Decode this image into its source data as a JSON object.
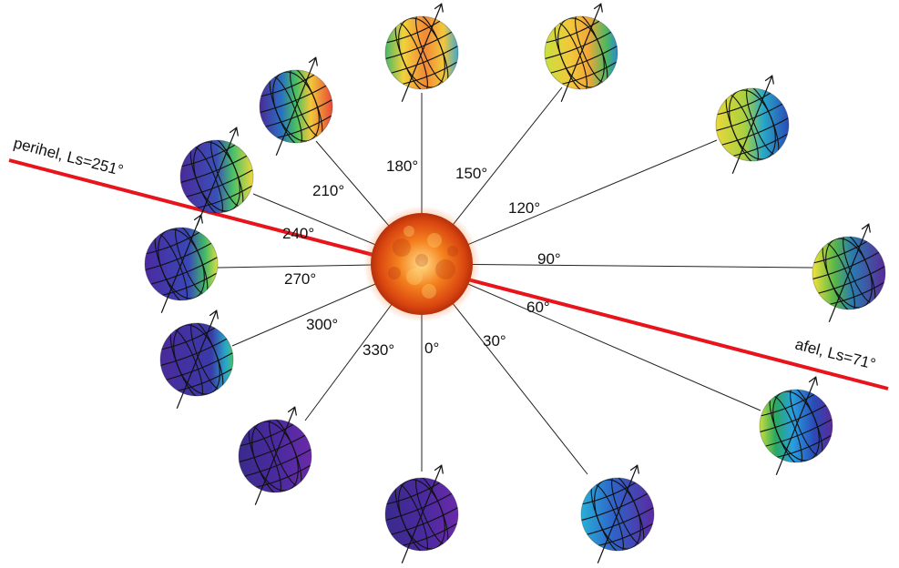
{
  "diagram": {
    "perihelion_label": "perihel, Ls=251°",
    "aphelion_label": "afel, Ls=71°",
    "colors": {
      "apsis_line": "#e8141b",
      "spoke": "#222222",
      "sun_core": "#ffd27a",
      "sun_mid": "#f26a1b",
      "sun_edge": "#c23a0a"
    },
    "positions": [
      {
        "label": "0°",
        "style": "purple"
      },
      {
        "label": "30°",
        "style": "blue"
      },
      {
        "label": "60°",
        "style": "cyan"
      },
      {
        "label": "90°",
        "style": "green"
      },
      {
        "label": "120°",
        "style": "yellow-blue"
      },
      {
        "label": "150°",
        "style": "yellow"
      },
      {
        "label": "180°",
        "style": "orange"
      },
      {
        "label": "210°",
        "style": "red"
      },
      {
        "label": "240°",
        "style": "yellow-purple"
      },
      {
        "label": "270°",
        "style": "purple-green"
      },
      {
        "label": "300°",
        "style": "purple-cyan"
      },
      {
        "label": "330°",
        "style": "purple"
      }
    ]
  }
}
